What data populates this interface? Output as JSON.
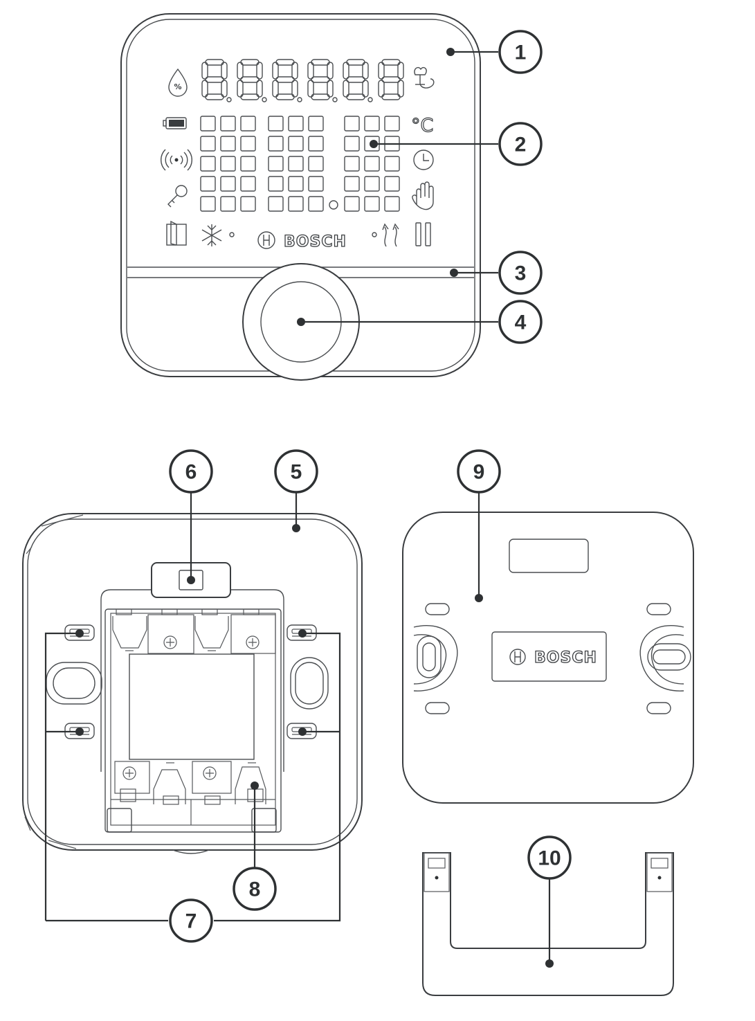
{
  "callouts": [
    {
      "id": "1",
      "label": "1"
    },
    {
      "id": "2",
      "label": "2"
    },
    {
      "id": "3",
      "label": "3"
    },
    {
      "id": "4",
      "label": "4"
    },
    {
      "id": "5",
      "label": "5"
    },
    {
      "id": "6",
      "label": "6"
    },
    {
      "id": "7",
      "label": "7"
    },
    {
      "id": "8",
      "label": "8"
    },
    {
      "id": "9",
      "label": "9"
    },
    {
      "id": "10",
      "label": "10"
    }
  ],
  "front": {
    "brand": "BOSCH",
    "unit_label": "°C",
    "humidity_symbol": "%",
    "segment_digits": "8.8.8.8.8.8"
  },
  "back_plate": {
    "brand": "BOSCH"
  },
  "battery": {
    "plus_symbol": "⊕",
    "minus_symbol": "−"
  }
}
